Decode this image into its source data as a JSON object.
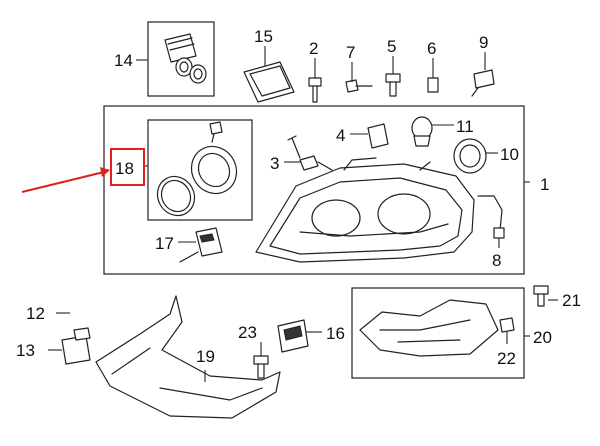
{
  "callouts": [
    {
      "id": "c1",
      "text": "1"
    },
    {
      "id": "c2",
      "text": "2"
    },
    {
      "id": "c3",
      "text": "3"
    },
    {
      "id": "c4",
      "text": "4"
    },
    {
      "id": "c5",
      "text": "5"
    },
    {
      "id": "c6",
      "text": "6"
    },
    {
      "id": "c7",
      "text": "7"
    },
    {
      "id": "c8",
      "text": "8"
    },
    {
      "id": "c9",
      "text": "9"
    },
    {
      "id": "c10",
      "text": "10"
    },
    {
      "id": "c11",
      "text": "11"
    },
    {
      "id": "c12",
      "text": "12"
    },
    {
      "id": "c13",
      "text": "13"
    },
    {
      "id": "c14",
      "text": "14"
    },
    {
      "id": "c15",
      "text": "15"
    },
    {
      "id": "c16",
      "text": "16"
    },
    {
      "id": "c17",
      "text": "17"
    },
    {
      "id": "c18",
      "text": "18"
    },
    {
      "id": "c19",
      "text": "19"
    },
    {
      "id": "c20",
      "text": "20"
    },
    {
      "id": "c21",
      "text": "21"
    },
    {
      "id": "c22",
      "text": "22"
    },
    {
      "id": "c23",
      "text": "23"
    }
  ],
  "highlight": {
    "callout": "18",
    "color": "#e02020"
  },
  "colors": {
    "line": "#222222",
    "background": "#ffffff"
  }
}
